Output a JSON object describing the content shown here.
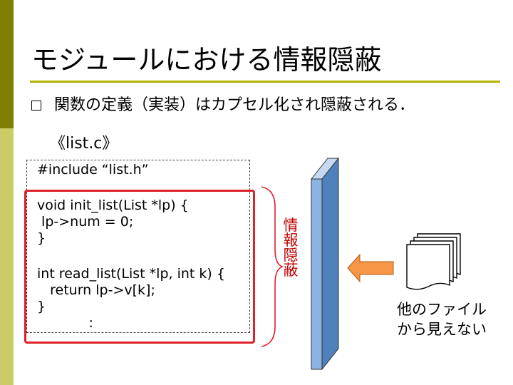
{
  "slide": {
    "title": "モジュールにおける情報隠蔽",
    "bullet": "関数の定義（実装）はカプセル化され隠蔽される．",
    "file_label": "《list.c》",
    "code": {
      "include": "#include “list.h”",
      "block1": "void init_list(List *lp) {\n lp->num = 0;\n}",
      "block2": "int read_list(List *lp, int k) {\n   return lp->v[k];\n}\n            :"
    },
    "hidden_label": "情報隠蔽",
    "other_files_label": "他のファイル\nから見えない"
  },
  "colors": {
    "stripe_dark": "#7f7f00",
    "stripe_light": "#cccc66",
    "title_rule": "#b3b300",
    "red_box": "#e0202a",
    "hidden_text": "#c00000",
    "wall_front": "#8db3e2",
    "wall_side": "#4f81bd",
    "arrow": "#f79646"
  },
  "icons": [
    "bullet-square-icon",
    "brace-icon",
    "wall-icon",
    "arrow-left-icon",
    "documents-icon"
  ]
}
